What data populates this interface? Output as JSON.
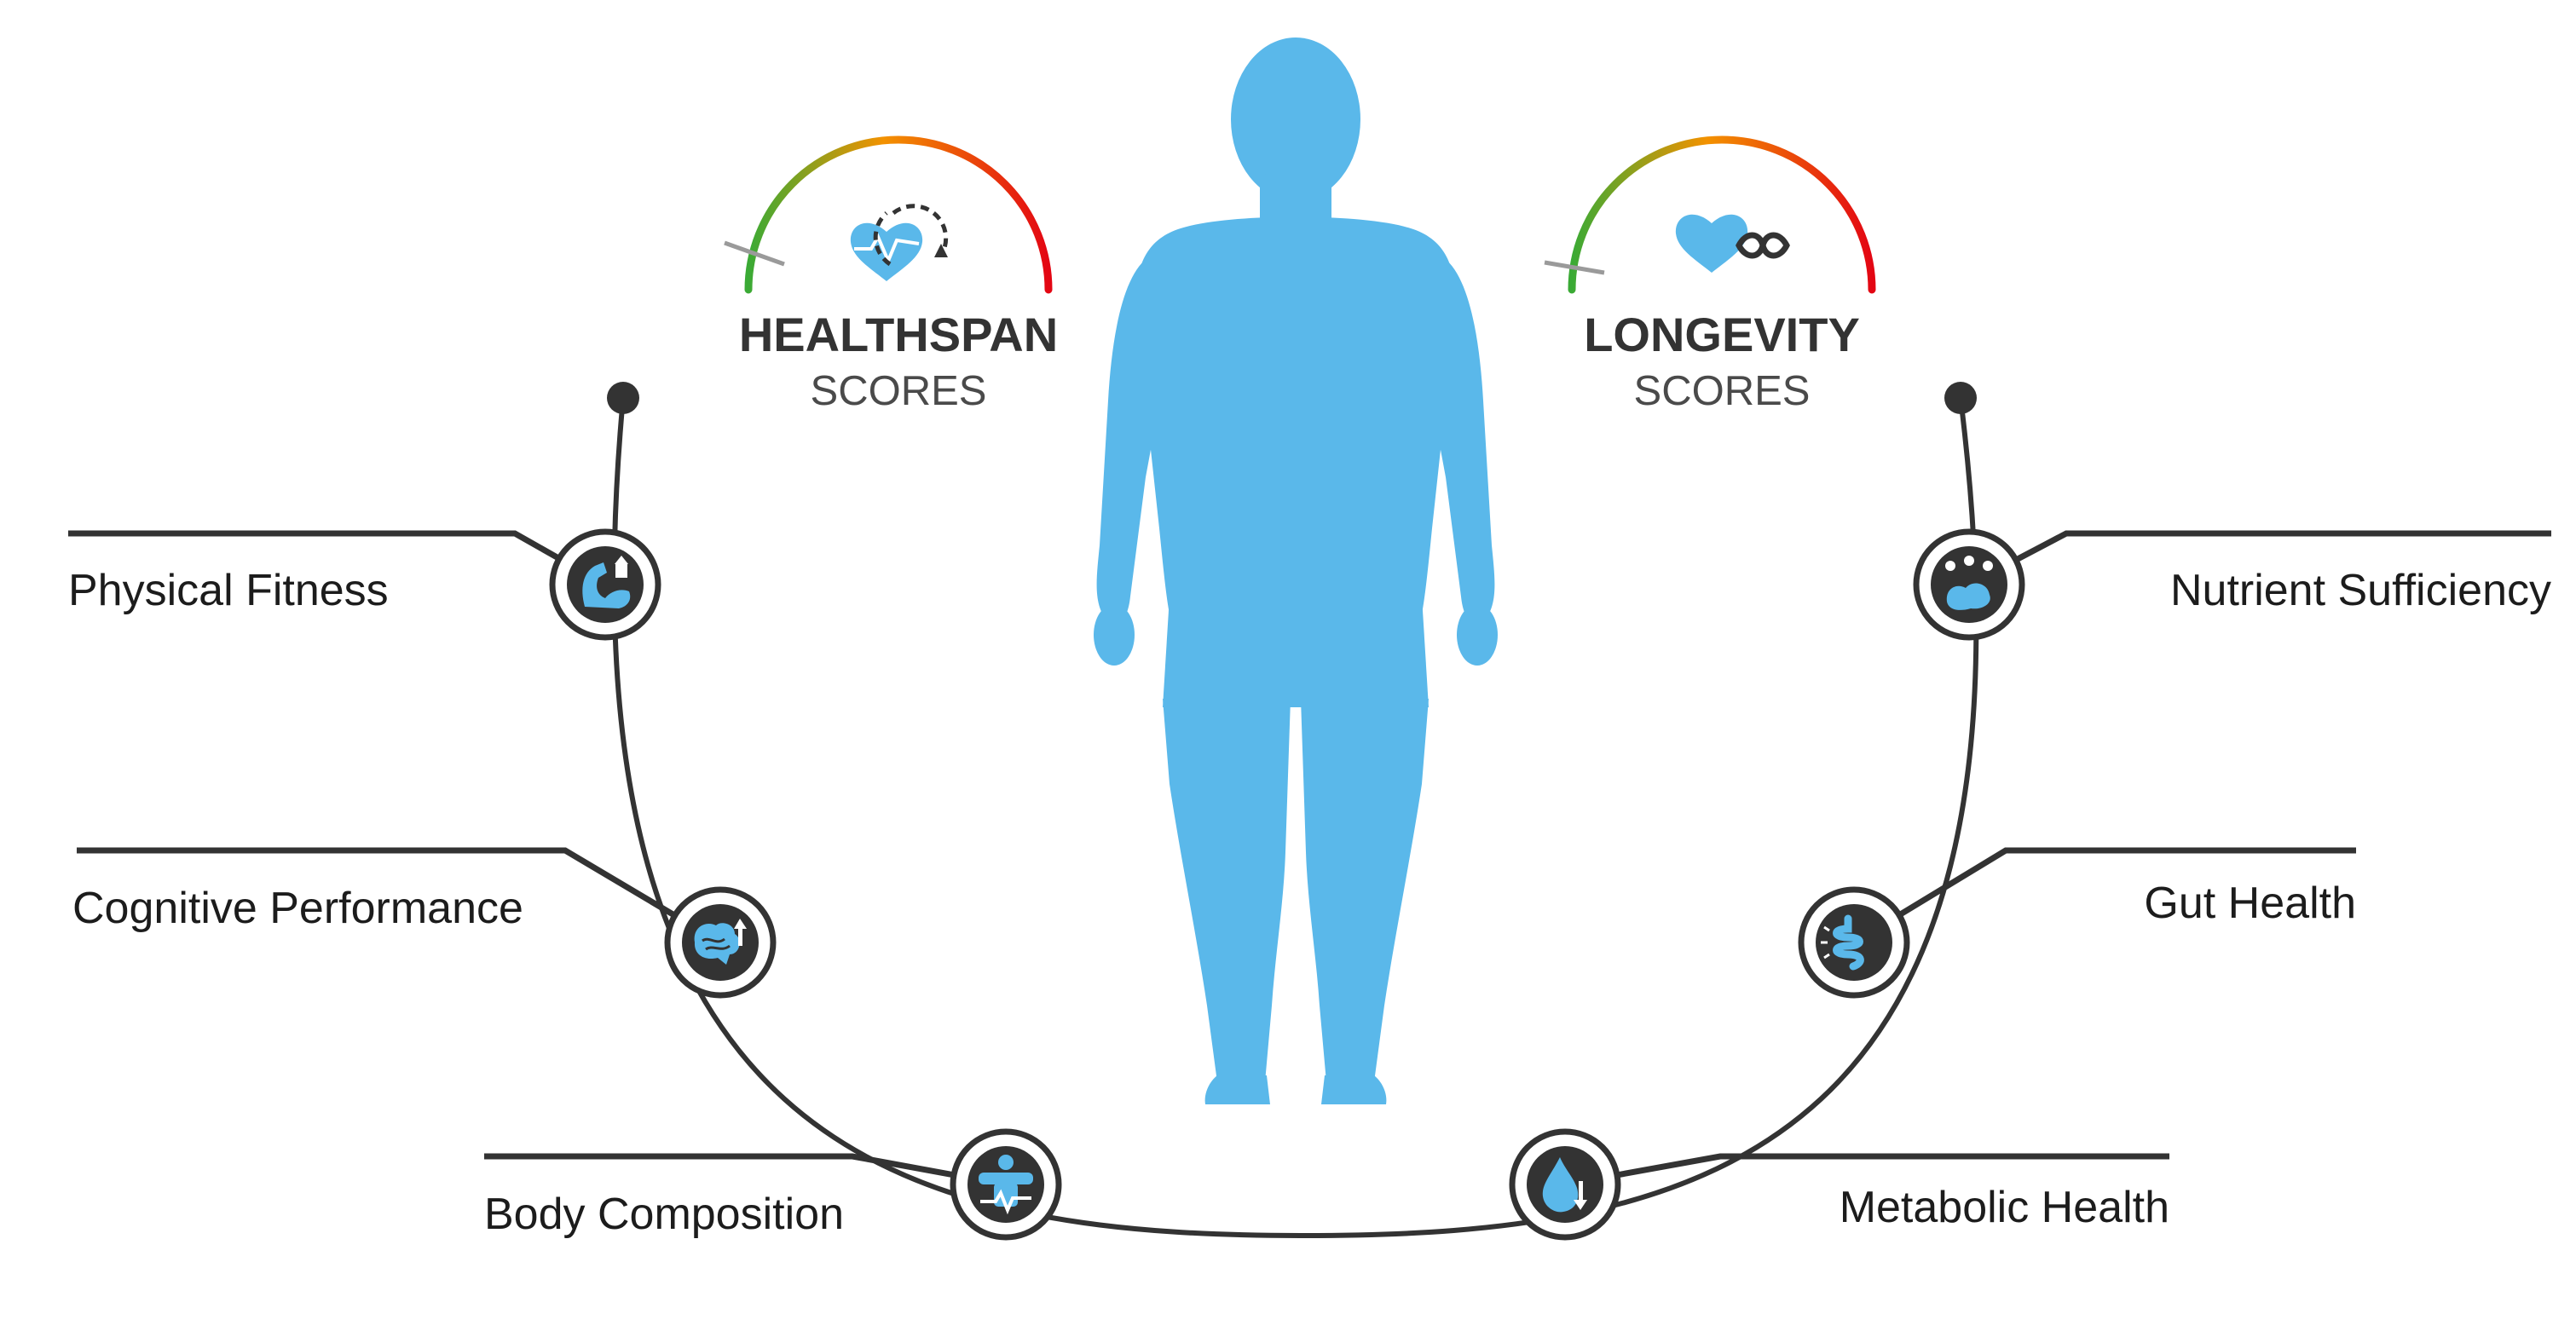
{
  "colors": {
    "body": "#5ab8ea",
    "line": "#333333",
    "node_fill": "#333333",
    "icon": "#5ab8ea",
    "gauge_green": "#3aaa35",
    "gauge_orange": "#f39200",
    "gauge_red": "#e30613"
  },
  "scores": {
    "healthspan": {
      "title": "HEALTHSPAN",
      "subtitle": "SCORES",
      "icon": "heart-cycle-icon"
    },
    "longevity": {
      "title": "LONGEVITY",
      "subtitle": "SCORES",
      "icon": "heart-infinity-icon"
    }
  },
  "healthspan_items": [
    {
      "label": "Physical Fitness",
      "icon": "flexed-arm-icon"
    },
    {
      "label": "Cognitive Performance",
      "icon": "brain-icon"
    },
    {
      "label": "Body Composition",
      "icon": "body-heartbeat-icon"
    }
  ],
  "longevity_items": [
    {
      "label": "Nutrient Sufficiency",
      "icon": "nutrients-icon"
    },
    {
      "label": "Gut Health",
      "icon": "intestine-icon"
    },
    {
      "label": "Metabolic Health",
      "icon": "blood-drop-icon"
    }
  ]
}
